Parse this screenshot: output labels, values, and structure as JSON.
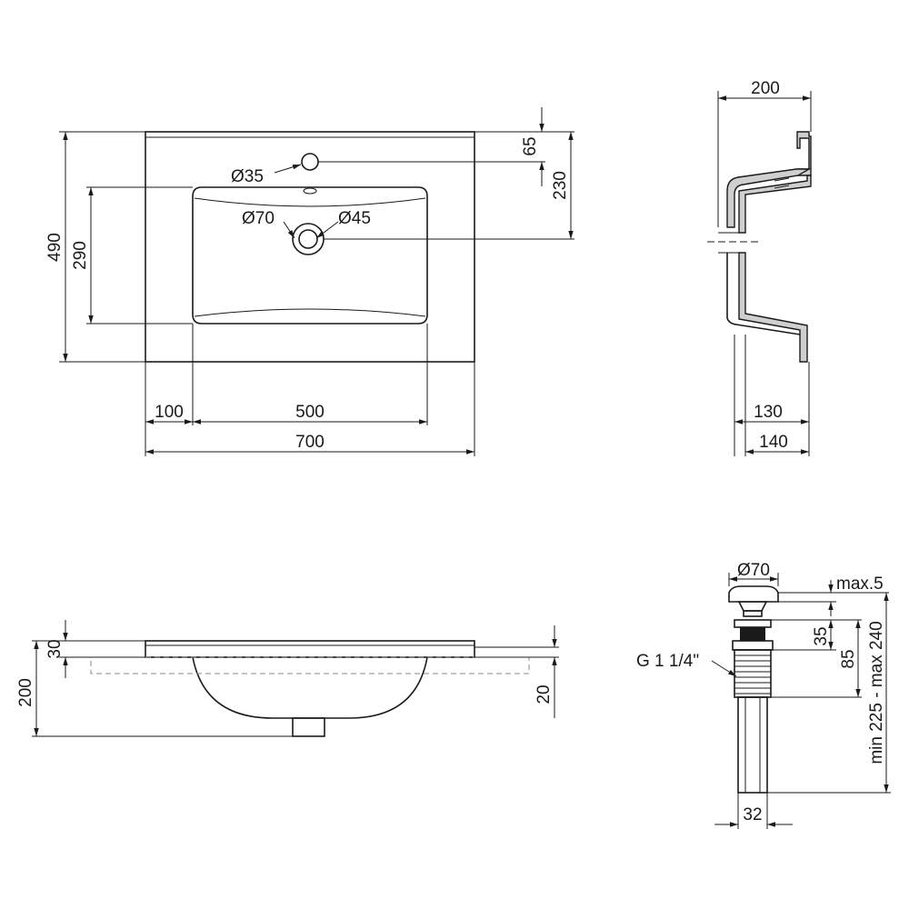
{
  "top_view": {
    "dim_width_total": "700",
    "dim_left_rim": "100",
    "dim_bowl_width": "500",
    "dim_depth_total": "490",
    "dim_bowl_depth": "290",
    "dim_tap_hole_offset": "65",
    "dim_drain_offset": "230",
    "tap_hole_diameter": "Ø35",
    "drain_outer_diameter": "Ø70",
    "drain_inner_diameter": "Ø45"
  },
  "side_view": {
    "dim_top_depth": "200",
    "dim_bowl_depth": "130",
    "dim_base_depth": "140"
  },
  "front_view": {
    "dim_total_height": "200",
    "dim_rim_thickness": "30",
    "dim_lip": "20"
  },
  "drain_detail": {
    "dim_cap_diameter": "Ø70",
    "dim_cap_lift": "max.5",
    "dim_thread_height": "35",
    "dim_body_height": "85",
    "dim_total_range": "min 225 - max 240",
    "dim_pipe_diameter": "32",
    "thread_label": "G 1 1/4\""
  }
}
